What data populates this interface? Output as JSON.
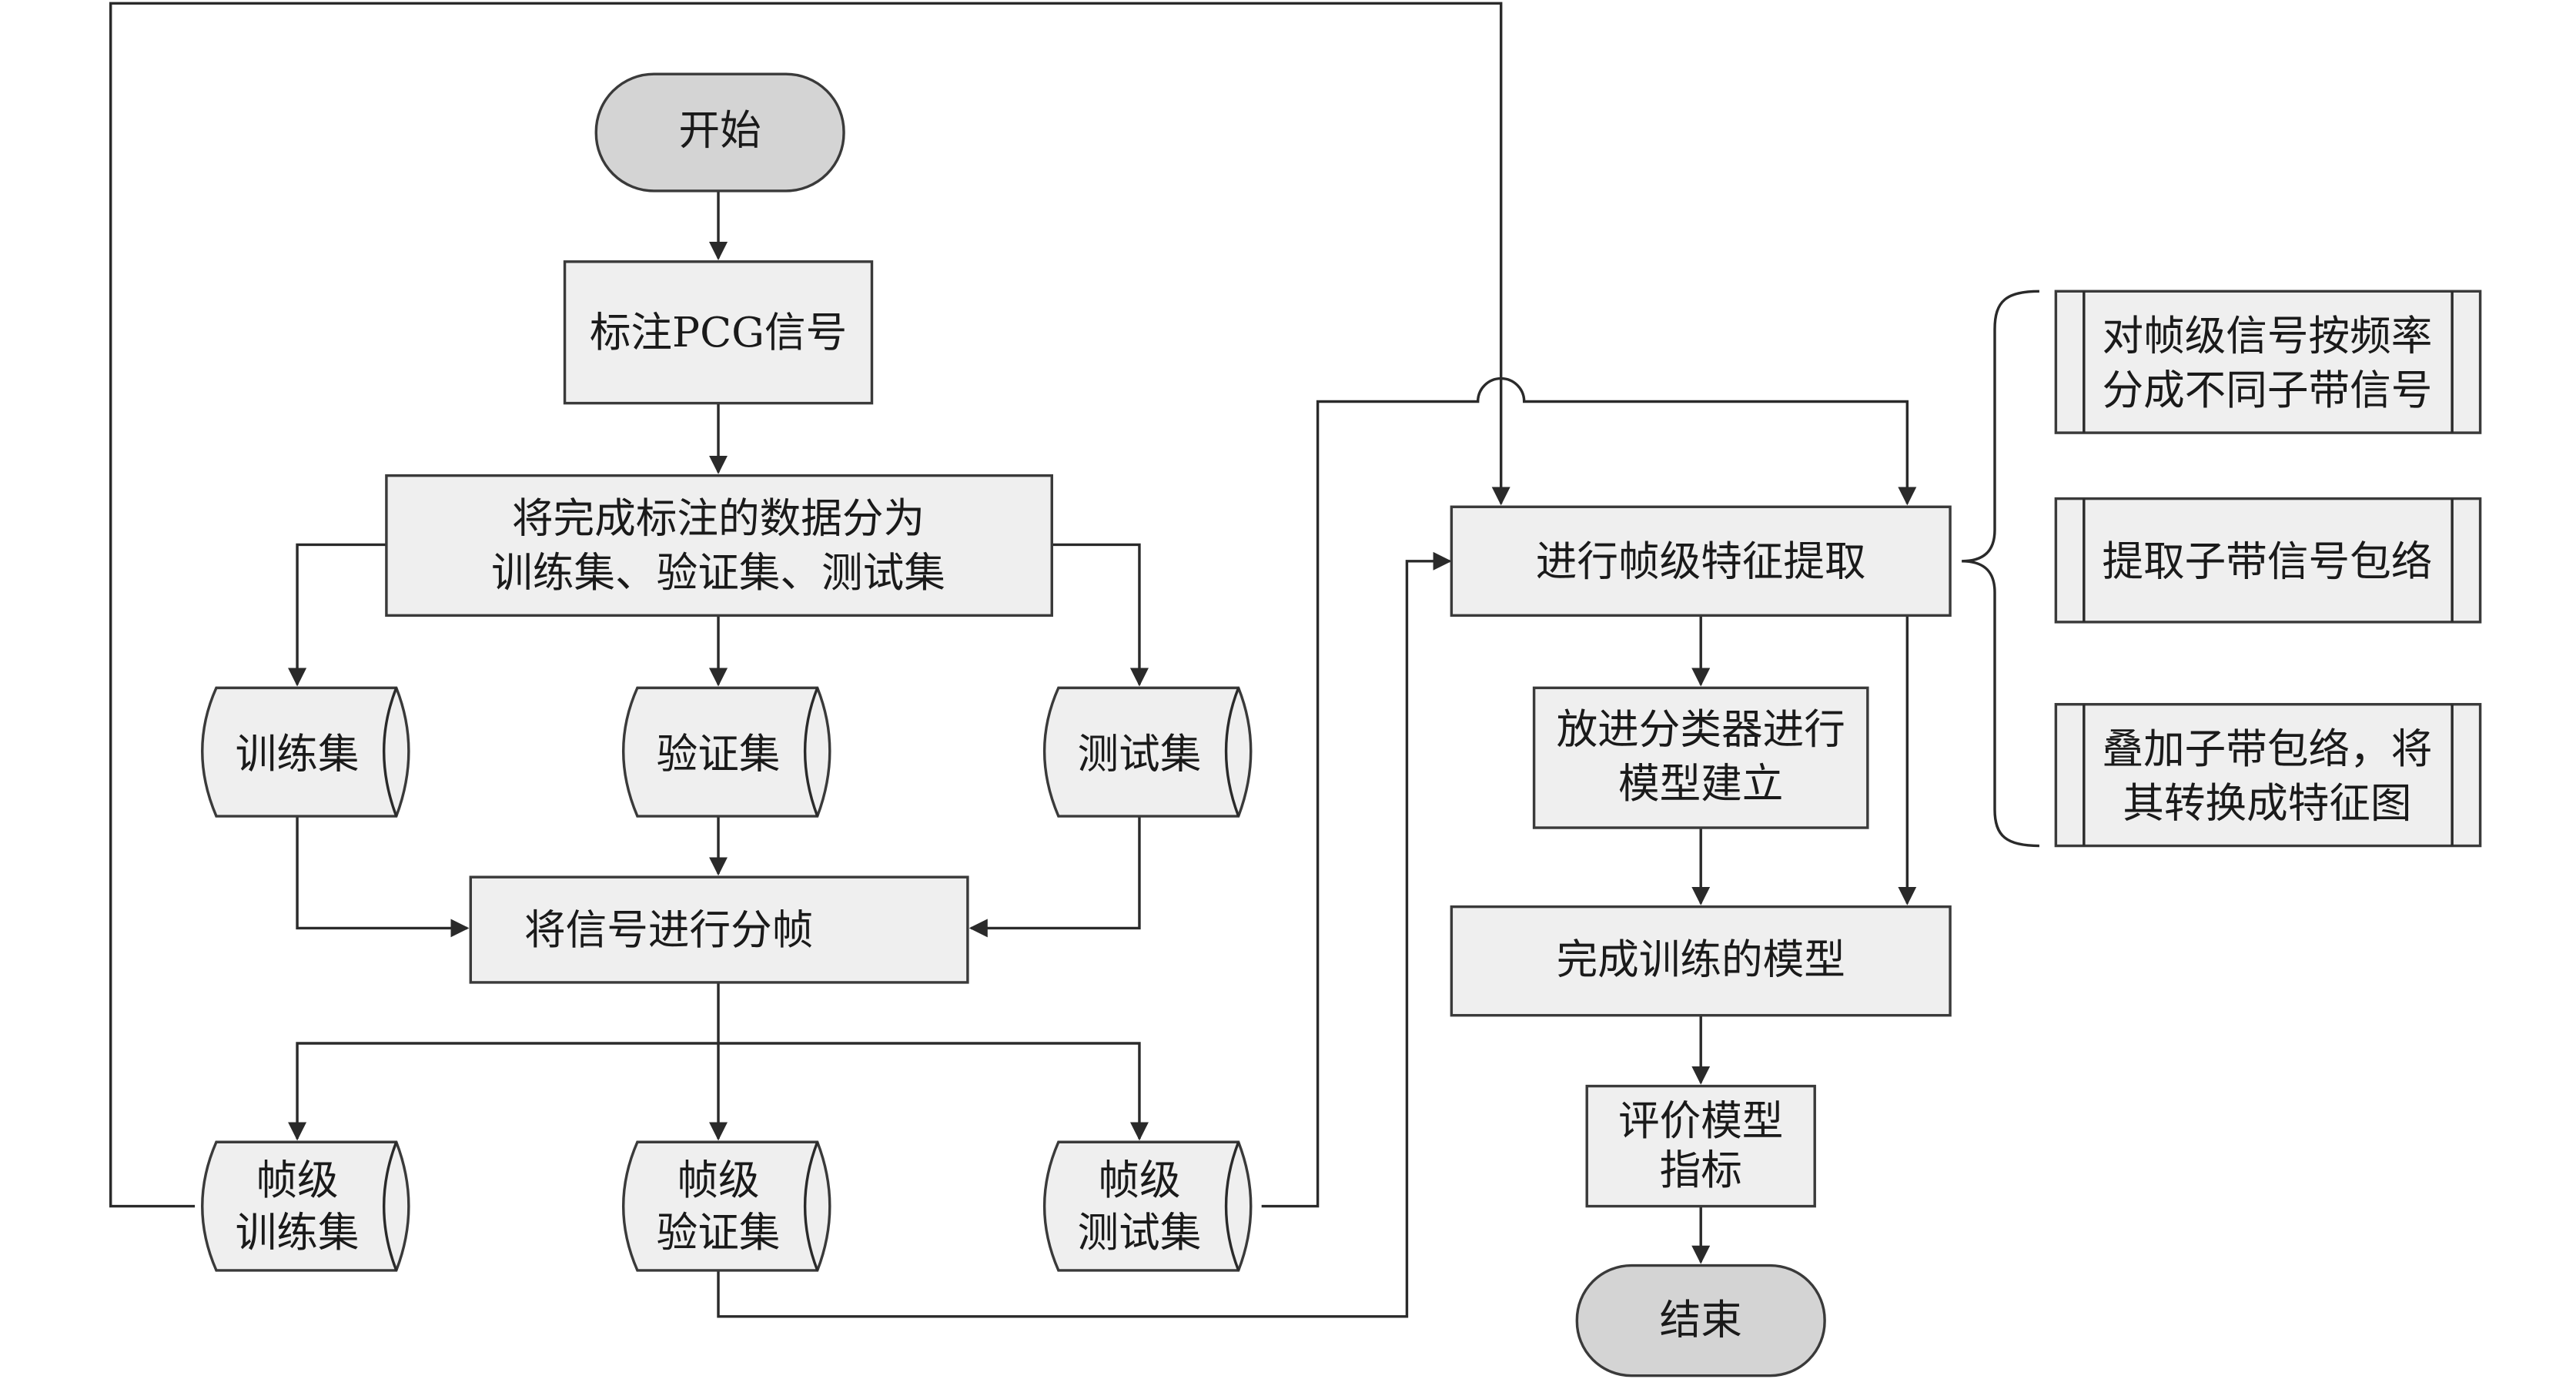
{
  "start": "开始",
  "label_pcg": "标注PCG信号",
  "split_line1": "将完成标注的数据分为",
  "split_line2": "训练集、验证集、测试集",
  "set_train": "训练集",
  "set_val": "验证集",
  "set_test": "测试集",
  "framing": "将信号进行分帧",
  "frame_label": "帧级",
  "frame_train": "训练集",
  "frame_val": "验证集",
  "frame_test": "测试集",
  "feature_extract": "进行帧级特征提取",
  "classifier_line1": "放进分类器进行",
  "classifier_line2": "模型建立",
  "trained_model": "完成训练的模型",
  "evaluate_line1": "评价模型",
  "evaluate_line2": "指标",
  "end": "结束",
  "detail1_line1": "对帧级信号按频率",
  "detail1_line2": "分成不同子带信号",
  "detail2": "提取子带信号包络",
  "detail3_line1": "叠加子带包络，将",
  "detail3_line2": "其转换成特征图"
}
